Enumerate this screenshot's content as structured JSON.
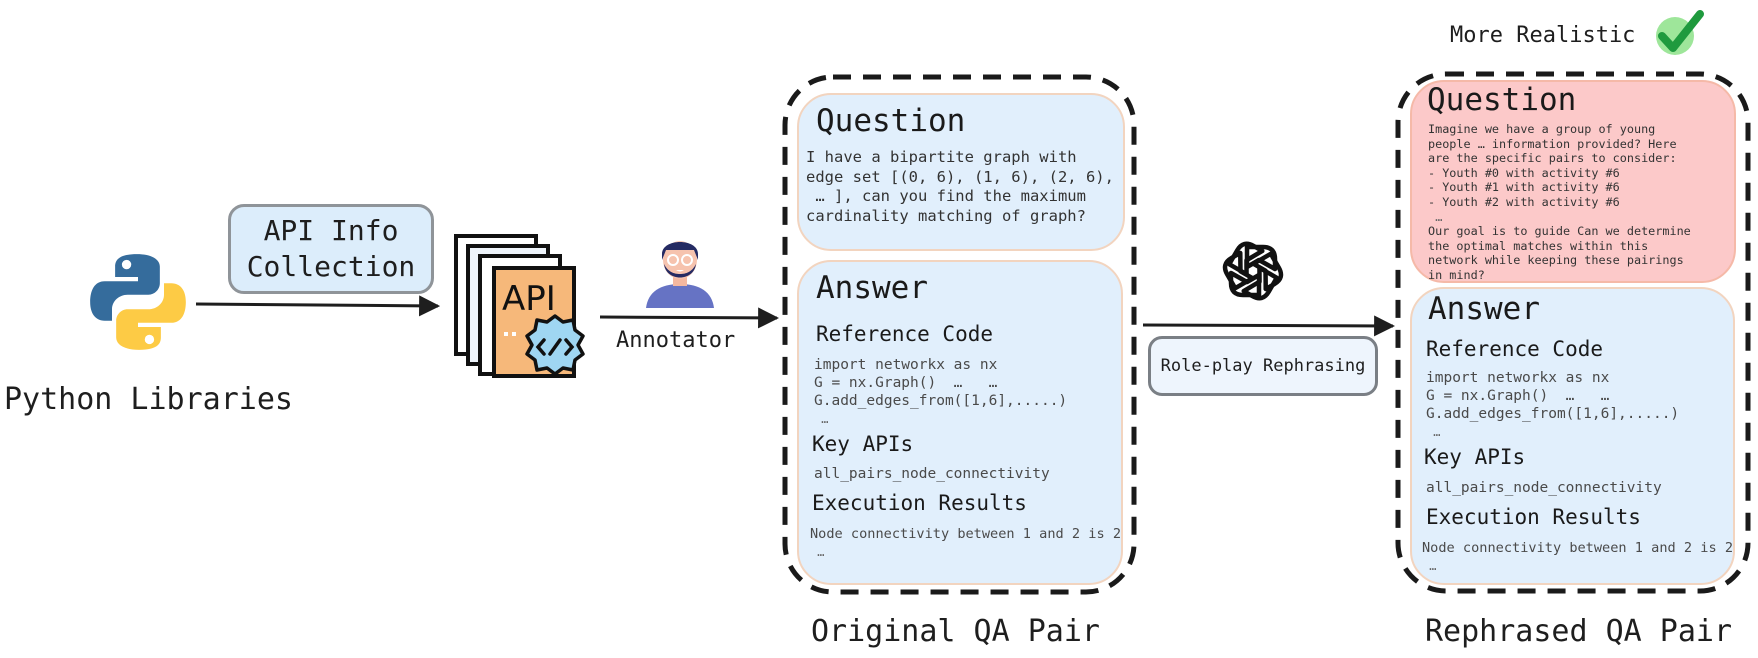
{
  "source": {
    "label": "Python Libraries",
    "icon": "python-logo-icon"
  },
  "step_api_info": {
    "label_line1": "API Info",
    "label_line2": "Collection"
  },
  "api_docs": {
    "icon": "api-document-stack-icon",
    "text": "API"
  },
  "annotator": {
    "label": "Annotator",
    "icon": "annotator-avatar-icon"
  },
  "original_qa": {
    "caption": "Original QA Pair",
    "question": {
      "title": "Question",
      "lines": [
        "I have a bipartite graph with",
        "edge set [(0, 6), (1, 6), (2, 6),",
        " … ], can you find the maximum",
        "cardinality matching of graph?"
      ]
    },
    "answer": {
      "title": "Answer",
      "reference_code_title": "Reference Code",
      "code_lines": [
        "import networkx as nx",
        "G = nx.Graph()  …   …",
        "G.add_edges_from([1,6],.....)",
        " …"
      ],
      "key_apis_title": "Key APIs",
      "key_api": "all_pairs_node_connectivity",
      "execution_title": "Execution Results",
      "execution_lines": [
        "Node connectivity between 1 and 2 is 2",
        " …"
      ]
    }
  },
  "rephrase_step": {
    "label": "Role-play Rephrasing",
    "icon": "openai-logo-icon"
  },
  "rephrased_qa": {
    "caption": "Rephrased QA Pair",
    "badge": "More Realistic",
    "badge_icon": "checkmark-icon",
    "question": {
      "title": "Question",
      "lines": [
        "Imagine we have a group of young",
        "people … information provided? Here",
        "are the specific pairs to consider:",
        "- Youth #0 with activity #6",
        "- Youth #1 with activity #6",
        "- Youth #2 with activity #6",
        " …",
        "Our goal is to guide Can we determine",
        "the optimal matches within this",
        "network while keeping these pairings",
        "in mind?"
      ]
    },
    "answer": {
      "title": "Answer",
      "reference_code_title": "Reference Code",
      "code_lines": [
        "import networkx as nx",
        "G = nx.Graph()  …   …",
        "G.add_edges_from([1,6],.....)",
        " …"
      ],
      "key_apis_title": "Key APIs",
      "key_api": "all_pairs_node_connectivity",
      "execution_title": "Execution Results",
      "execution_lines": [
        "Node connectivity between 1 and 2 is 2",
        " …"
      ]
    }
  },
  "colors": {
    "question_original_bg": "#e1effc",
    "question_rephrased_bg": "#fcc9c9",
    "answer_bg": "#e1effc",
    "python_blue": "#356c9c",
    "python_yellow": "#fdcb45",
    "api_orange": "#f6b87a",
    "gear_blue": "#9fd6f2",
    "check_green": "#1f9a3e"
  }
}
